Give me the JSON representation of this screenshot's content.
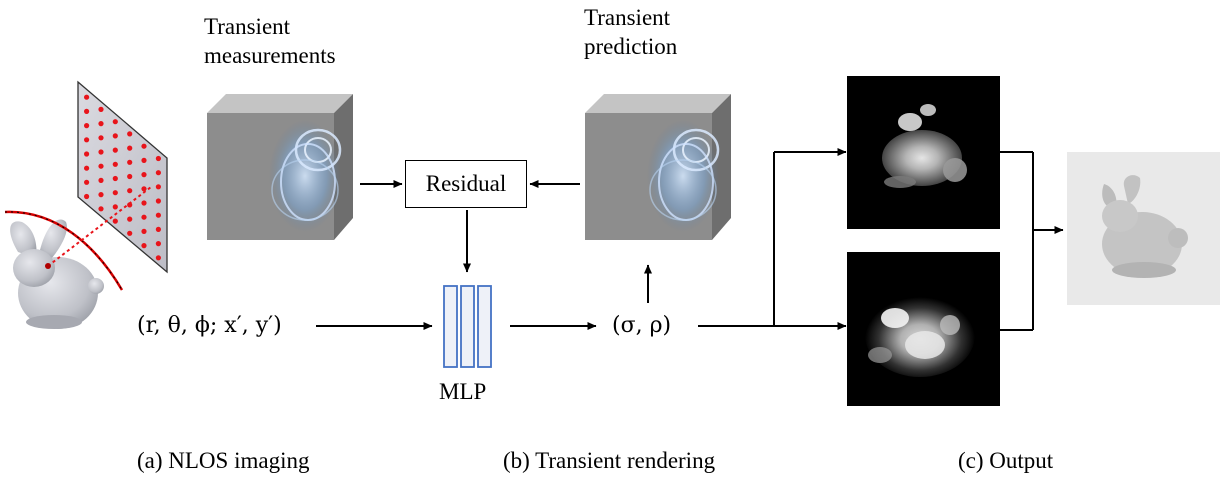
{
  "labels": {
    "transient_measurements_line1": "Transient",
    "transient_measurements_line2": "measurements",
    "transient_prediction_line1": "Transient",
    "transient_prediction_line2": "prediction",
    "residual": "Residual",
    "mlp": "MLP",
    "input_coords": "(r, θ, ϕ; x′, y′)",
    "output_params": "(σ, ρ)"
  },
  "captions": {
    "a": "(a) NLOS imaging",
    "b": "(b) Transient rendering",
    "c": "(c) Output"
  },
  "icons": [
    "bunny-object-icon",
    "relay-wall-icon",
    "transient-volume-icon",
    "mlp-network-icon",
    "albedo-image-icon",
    "depth-image-icon",
    "rendered-bunny-icon"
  ],
  "colors": {
    "laser_points": "#e8141b",
    "wall": "#cfcfd6",
    "volume_gray": "#8f8f8f",
    "mlp_border": "#4472c4",
    "mlp_fill": "#eef1f8"
  }
}
